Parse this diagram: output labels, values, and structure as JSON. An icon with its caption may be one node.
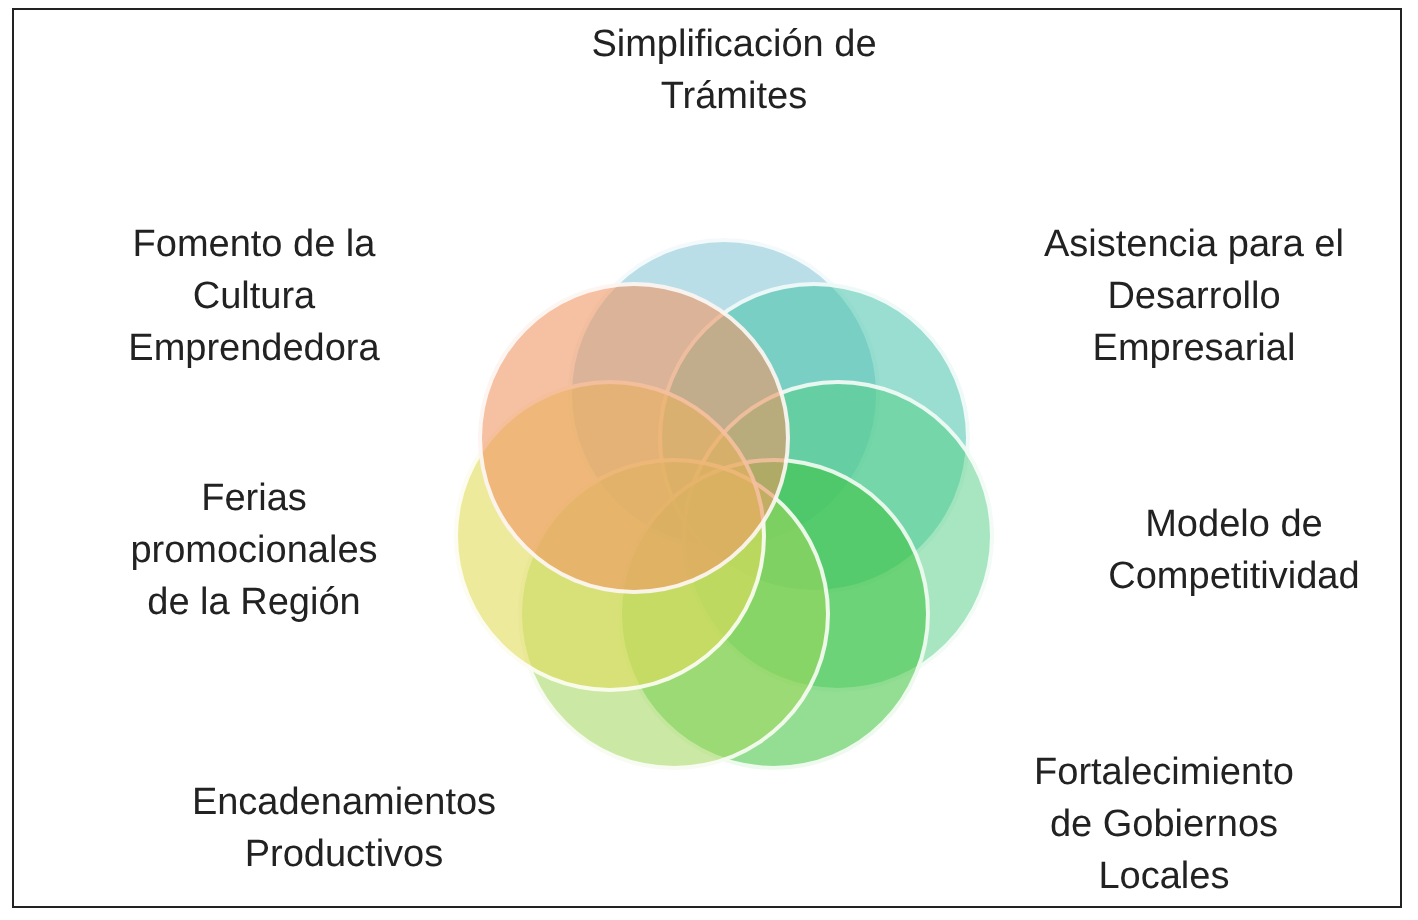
{
  "diagram": {
    "nodes": [
      {
        "text": [],
        "shape": "circle",
        "beside": [
          "Simplificación de Trámites"
        ]
      },
      {
        "text": [],
        "shape": "circle",
        "beside": [
          "Asistencia para el Desarrollo Empresarial"
        ]
      },
      {
        "text": [],
        "shape": "circle",
        "beside": [
          "Modelo de Competitividad"
        ]
      },
      {
        "text": [],
        "shape": "circle",
        "beside": [
          "Fortalecimiento de Gobiernos Locales"
        ]
      },
      {
        "text": [],
        "shape": "circle",
        "beside": [
          "Encadenamientos Productivos"
        ]
      },
      {
        "text": [],
        "shape": "circle",
        "beside": [
          "Ferias promocionales de la Región"
        ]
      },
      {
        "text": [],
        "shape": "circle",
        "beside": [
          "Fomento de la Cultura Emprendedora"
        ]
      }
    ]
  }
}
